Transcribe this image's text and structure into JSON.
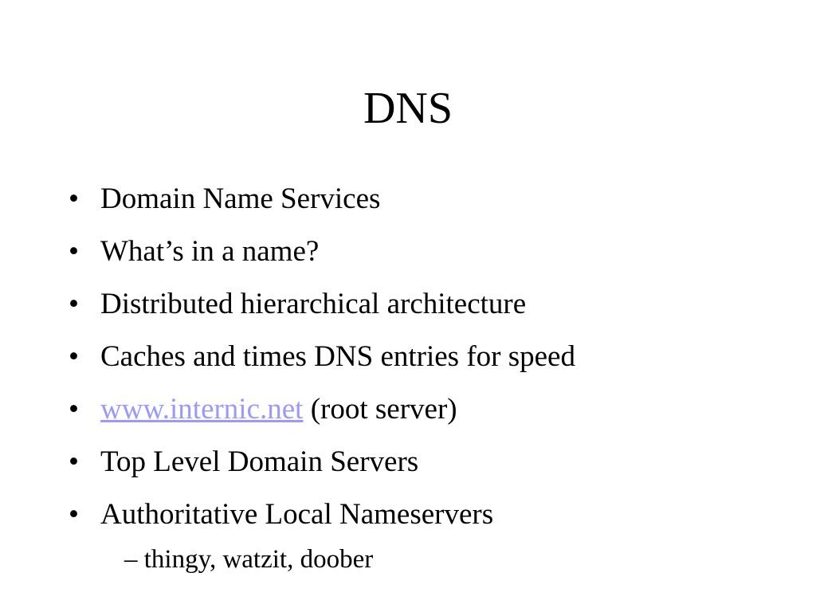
{
  "slide": {
    "title": "DNS",
    "bullet_marker": "•",
    "sub_marker": "–",
    "bullets": [
      {
        "text": "Domain Name Services"
      },
      {
        "text": "What’s in a name?"
      },
      {
        "text": "Distributed hierarchical architecture"
      },
      {
        "text": "Caches and times DNS entries for speed"
      },
      {
        "link": "www.internic.net",
        "text": " (root server)"
      },
      {
        "text": "Top Level Domain Servers"
      },
      {
        "text": "Authoritative Local Nameservers"
      }
    ],
    "sub_bullets": [
      {
        "text": " thingy, watzit, doober"
      }
    ]
  },
  "colors": {
    "link": "#9999ff",
    "text": "#000000",
    "background": "#ffffff"
  }
}
